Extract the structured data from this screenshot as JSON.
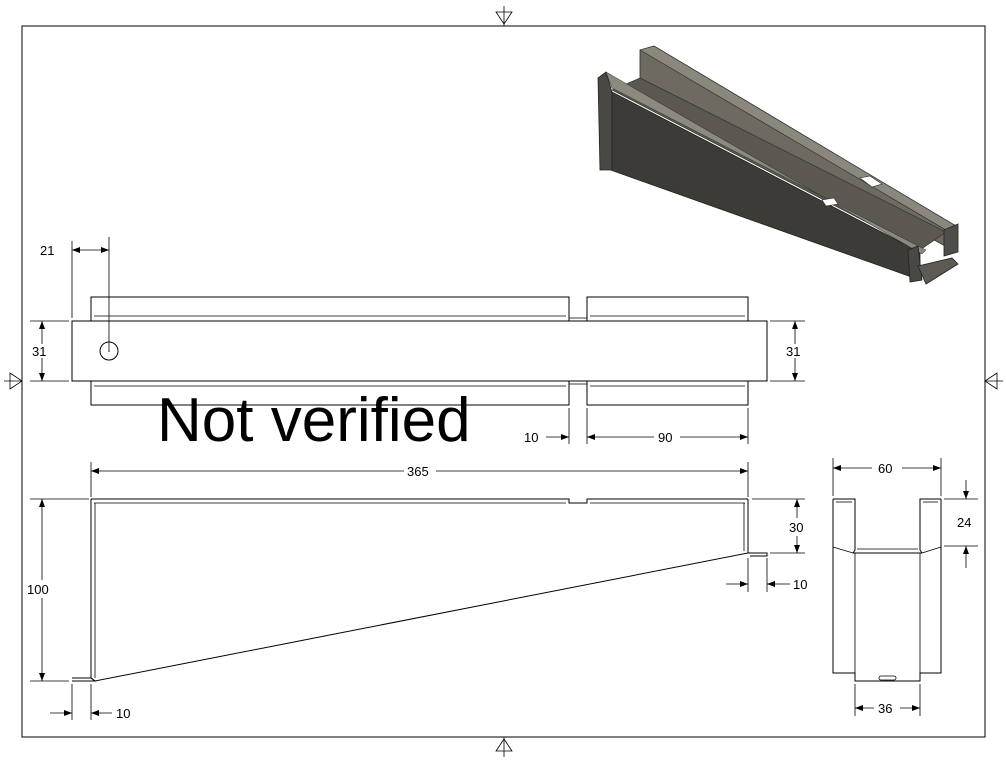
{
  "watermark": "Not verified",
  "dimensions": {
    "hole_offset": "21",
    "left_width": "31",
    "right_width": "31",
    "notch_width": "10",
    "segment_length": "90",
    "overall_length": "365",
    "height": "100",
    "end_height": "30",
    "end_flange": "10",
    "bottom_flange": "10",
    "profile_width": "60",
    "profile_flange_height": "24",
    "profile_inner_width": "36"
  },
  "colors": {
    "line": "#000000",
    "iso_dark": "#3d3b36",
    "iso_mid": "#5a5851",
    "iso_light": "#7a776e"
  }
}
